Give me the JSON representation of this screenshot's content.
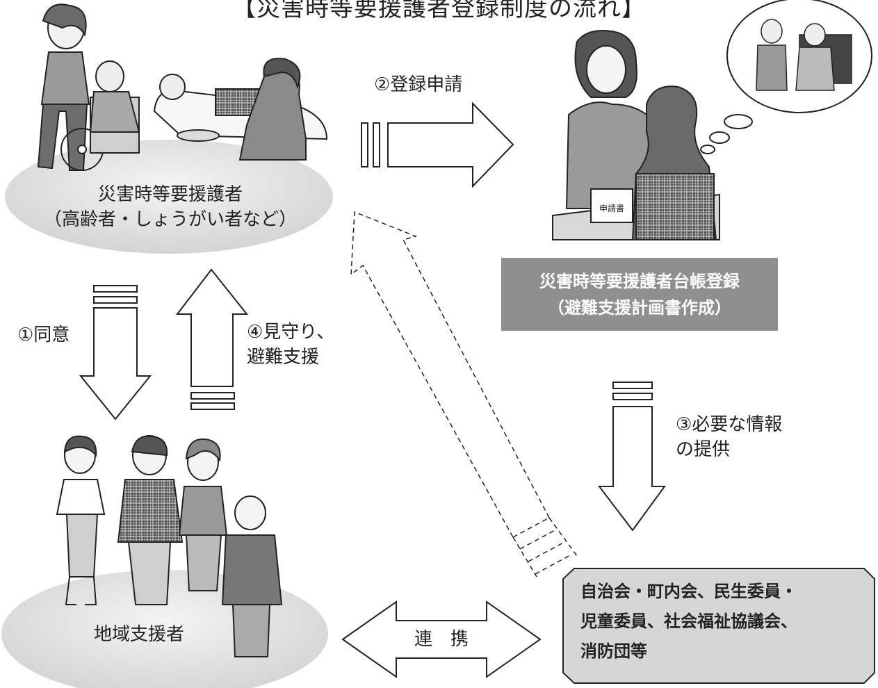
{
  "title": "【災害時等要援護者登録制度の流れ】",
  "nodes": {
    "requiring_help": {
      "line1": "災害時等要援護者",
      "line2": "（高齢者・しょうがい者など）"
    },
    "local_supporters": {
      "label": "地域支援者"
    },
    "registry": {
      "line1": "災害時等要援護者台帳登録",
      "line2": "（避難支援計画書作成）"
    },
    "organizations": {
      "line1": "自治会・町内会、民生委員・",
      "line2": "児童委員、社会福祉協議会、",
      "line3": "消防団等"
    }
  },
  "steps": {
    "consent": "①同意",
    "registration_application": "②登録申請",
    "provide_info_line1": "③必要な情報",
    "provide_info_line2": "の提供",
    "watch_line1": "④見守り、",
    "watch_line2": "避難支援",
    "cooperation": "連　携"
  },
  "illustration_text": {
    "application_form": "申請書"
  },
  "colors": {
    "ellipse_fill": "#e6e6e6",
    "registry_box": "#8f8f8f",
    "org_box": "#d6d6d6",
    "line": "#222222"
  }
}
